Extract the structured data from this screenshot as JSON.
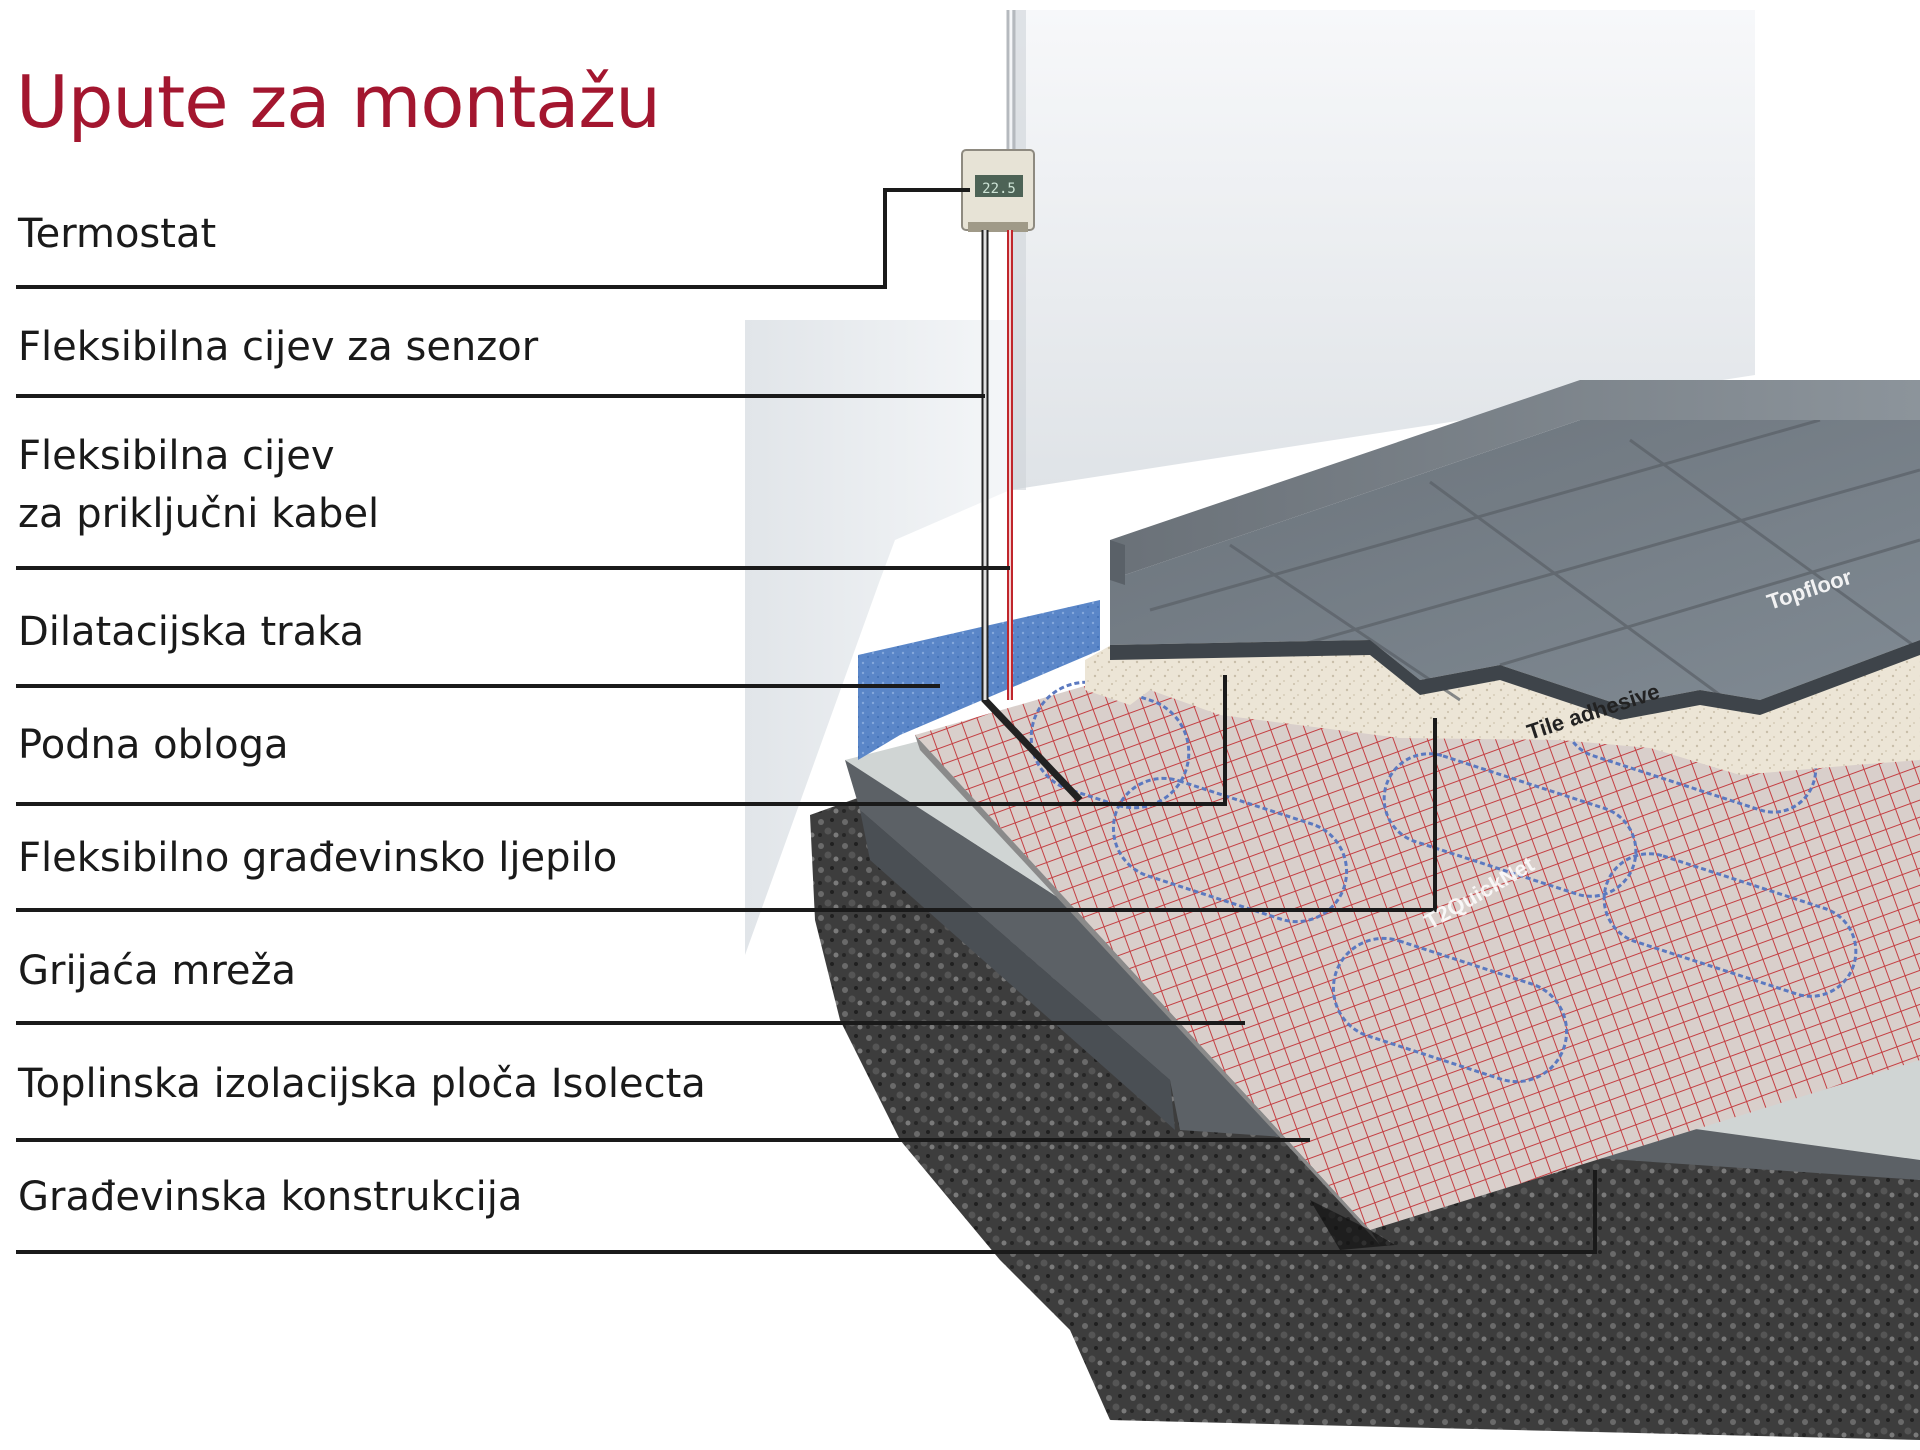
{
  "page": {
    "title": "Upute za montažu"
  },
  "callouts": [
    {
      "id": "termostat",
      "text": "Termostat"
    },
    {
      "id": "senzor-cijev",
      "text": "Fleksibilna cijev za senzor"
    },
    {
      "id": "kabel-cijev",
      "text": "Fleksibilna cijev\nza priključni kabel"
    },
    {
      "id": "dilatacija",
      "text": "Dilatacijska traka"
    },
    {
      "id": "podna-obloga",
      "text": "Podna obloga"
    },
    {
      "id": "ljepilo",
      "text": "Fleksibilno građevinsko ljepilo"
    },
    {
      "id": "mreza",
      "text": "Grijaća mreža"
    },
    {
      "id": "izolacija",
      "text": "Toplinska izolacijska ploča Isolecta"
    },
    {
      "id": "konstrukcija",
      "text": "Građevinska konstrukcija"
    }
  ],
  "illustration": {
    "tile_label": "Topfloor",
    "adhesive_label": "Tile adhesive",
    "mat_label": "T2QuickNet",
    "thermostat_display": "22.5"
  },
  "colors": {
    "title": "#a3162f",
    "label_text": "#1a1a1a",
    "leader_line": "#1a1a1a",
    "tile": "#707a83",
    "adhesive": "#ebe4d6",
    "mesh": "#c0262b",
    "heating_cable": "#5b79c0",
    "insulation": "#5c6166",
    "concrete": "#3a3a3a",
    "dilatation_strip": "#5a86c8",
    "wall": "#e9ecef"
  }
}
